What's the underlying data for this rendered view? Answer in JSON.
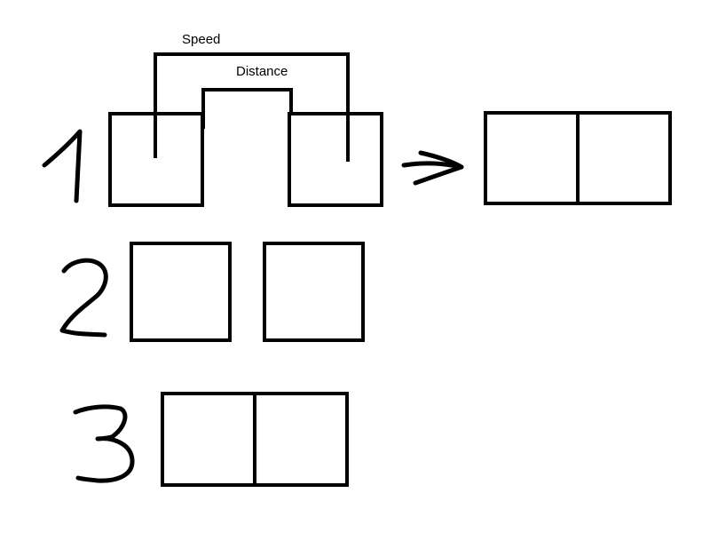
{
  "labels": {
    "speed": "Speed",
    "distance": "Distance"
  },
  "rows": [
    {
      "number": "1"
    },
    {
      "number": "2"
    },
    {
      "number": "3"
    }
  ],
  "colors": {
    "ink": "#000000",
    "background": "#ffffff"
  },
  "icons": {
    "arrow": "arrow-right-icon",
    "numerals": [
      "number-1-icon",
      "number-2-icon",
      "number-3-icon"
    ]
  }
}
